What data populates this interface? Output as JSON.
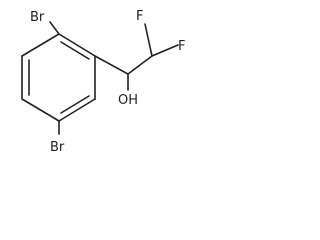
{
  "labels": {
    "br_top": "Br",
    "br_bottom": "Br",
    "f_left": "F",
    "f_right": "F",
    "oh": "OH"
  },
  "colors": {
    "bond": "#222222",
    "text": "#222222",
    "background": "#ffffff"
  }
}
